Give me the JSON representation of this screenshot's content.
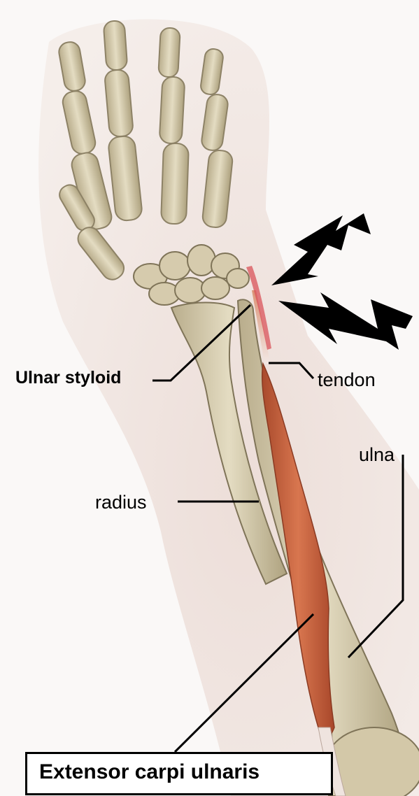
{
  "diagram": {
    "labels": {
      "ulnar_styloid": "Ulnar styloid",
      "tendon": "tendon",
      "radius": "radius",
      "ulna": "ulna",
      "muscle": "Extensor carpi ulnaris"
    },
    "colors": {
      "background": "#ffffff",
      "forearm_shadow": "#ecdfd9",
      "bone": "#d8ceb2",
      "bone_outline": "#8d8266",
      "muscle": "#c5623d",
      "tendon": "#e6d8d2",
      "inflammation": "#d9535a",
      "pain_bolt": "#000000"
    },
    "icons": [
      "pain-lightning-bolt-icon",
      "pain-lightning-bolt-icon"
    ]
  }
}
